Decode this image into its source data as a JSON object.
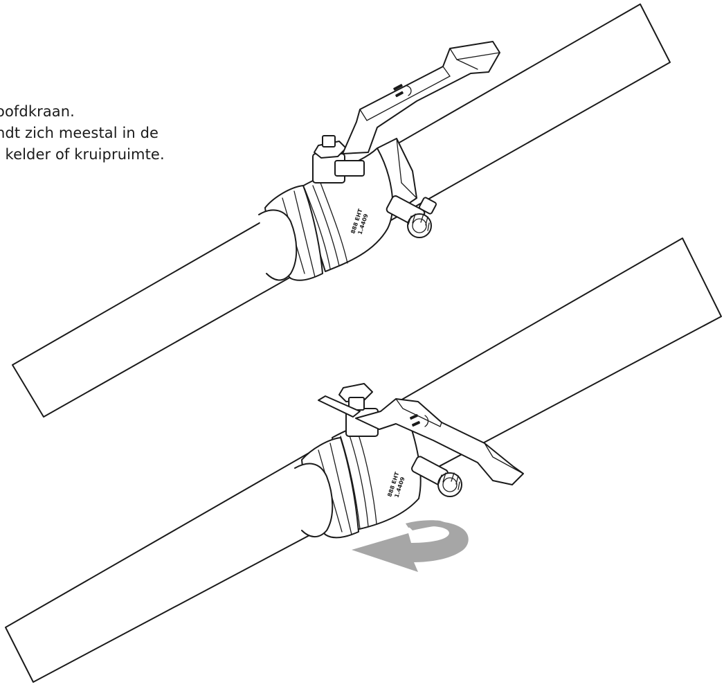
{
  "caption": {
    "line1": "oofdkraan.",
    "line2": "ndt zich meestal in de",
    "line3": ", kelder of kruipruimte."
  },
  "valves": [
    {
      "body_marking_line1": "888 EHT",
      "body_marking_line2": "1.4409",
      "handle_position": "open"
    },
    {
      "body_marking_line1": "888 EHT",
      "body_marking_line2": "1.4409",
      "handle_position": "closed"
    }
  ],
  "arrow": {
    "meaning": "turn-handle-direction",
    "color": "#a6a6a6"
  }
}
